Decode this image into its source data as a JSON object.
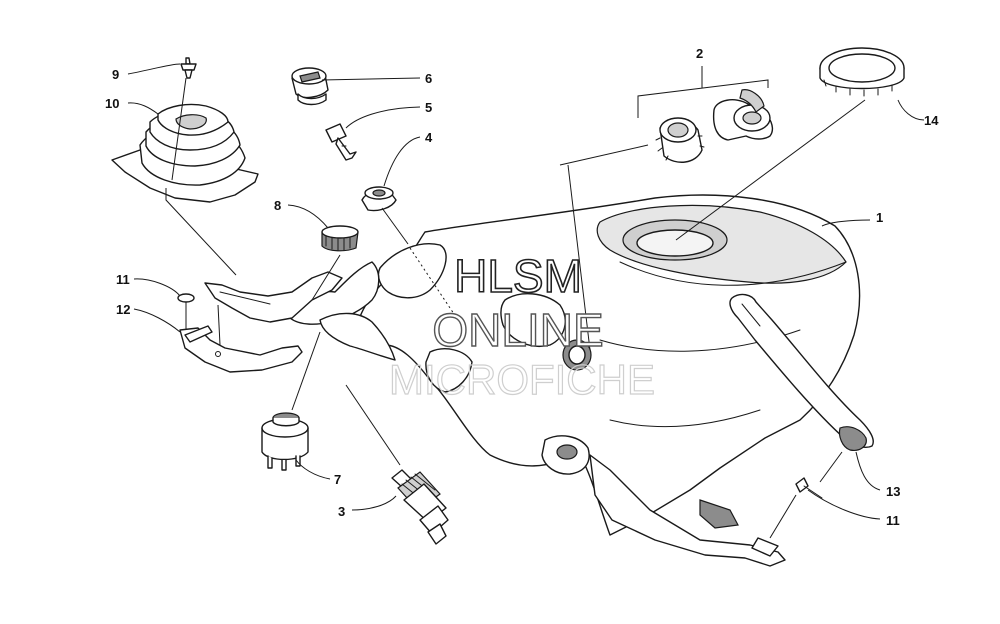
{
  "watermark": {
    "line1": "HLSM",
    "line2": "ONLINE",
    "line3": "MICROFICHE"
  },
  "callouts": {
    "c1": "1",
    "c2": "2",
    "c3": "3",
    "c4": "4",
    "c5": "5",
    "c6": "6",
    "c7": "7",
    "c8": "8",
    "c9": "9",
    "c10": "10",
    "c11a": "11",
    "c11b": "11",
    "c12": "12",
    "c13": "13",
    "c14": "14"
  }
}
